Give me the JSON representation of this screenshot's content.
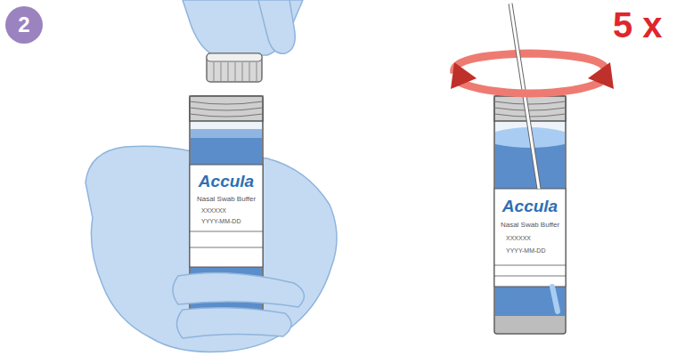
{
  "diagram": {
    "nodes": [
      {
        "text": [
          "2"
        ]
      }
    ],
    "labels": [
      "5 x",
      "Accula",
      "Nasal Swab Buffer",
      "XXXXXX",
      "YYYY-MM-DD",
      "Accula",
      "Nasal Swab Buffer",
      "XXXXXX",
      "YYYY-MM-DD"
    ]
  }
}
